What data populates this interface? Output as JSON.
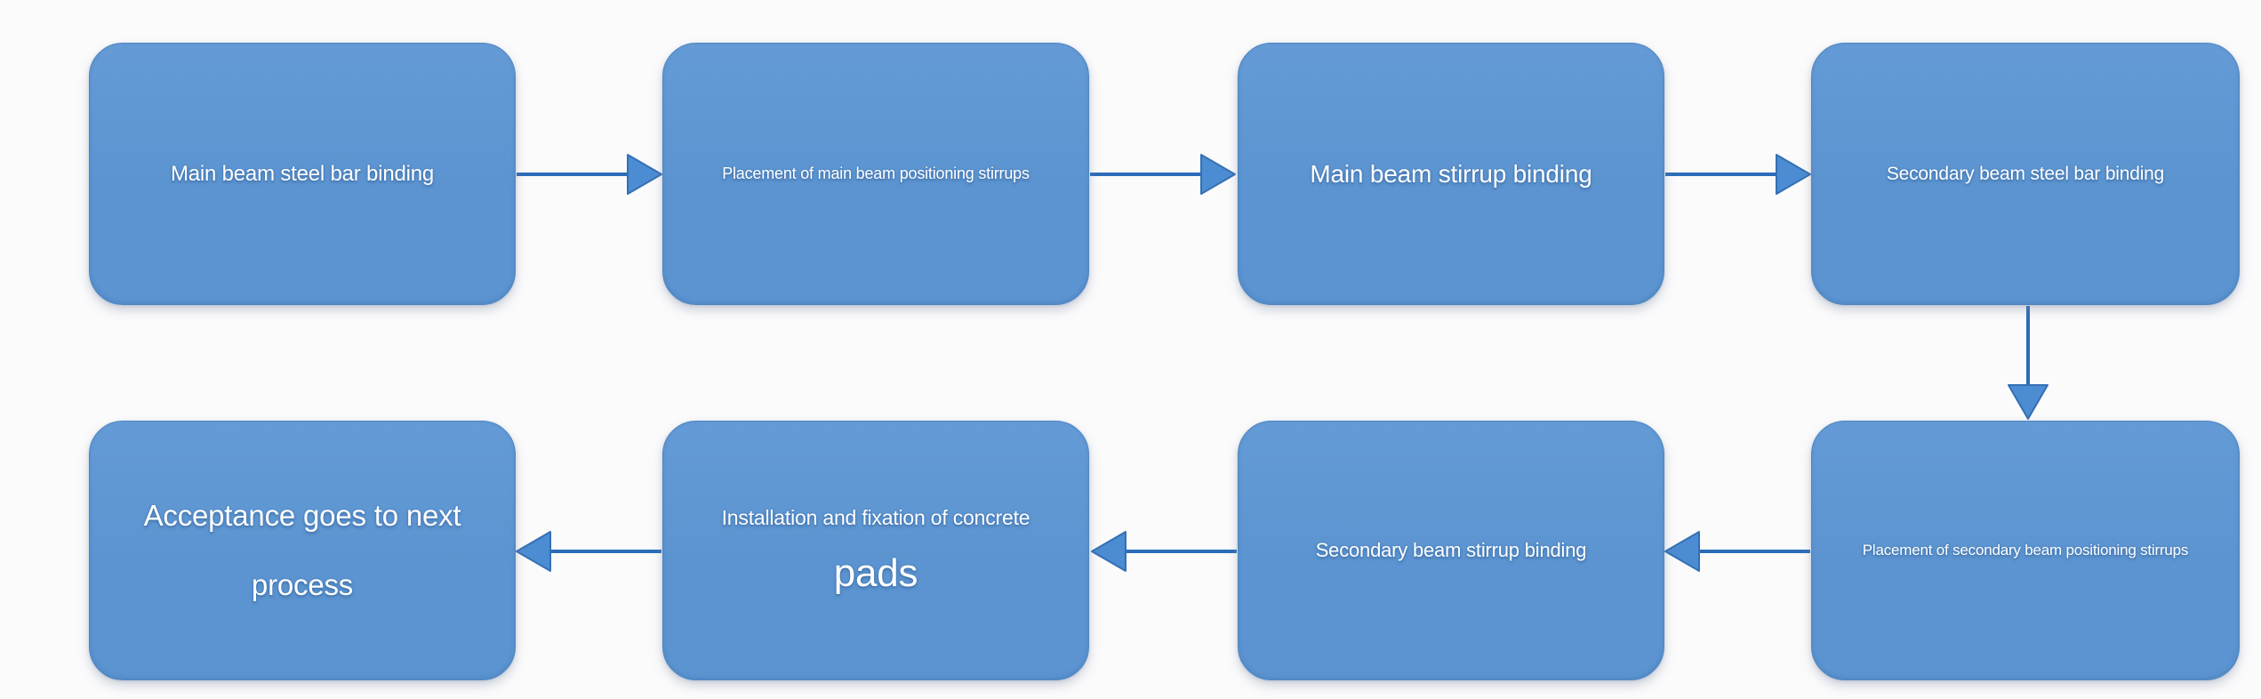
{
  "colors": {
    "canvas-bg": "#fbfbfc",
    "node-fill": "#5b94d0",
    "node-fill-top": "#649bd6",
    "node-border": "#4f86c2",
    "node-text": "#ffffff",
    "arrow-line": "#2b6cb8",
    "arrow-fill": "#4c8cd2",
    "arrow-stroke": "#3470b4"
  },
  "diagram": {
    "type": "flowchart",
    "nodes": [
      {
        "id": "main-beam-steel-bar-binding",
        "lines": [
          "Main beam steel bar binding"
        ]
      },
      {
        "id": "placement-of-main-beam-positioning-stirrups",
        "lines": [
          "Placement of main beam positioning stirrups"
        ]
      },
      {
        "id": "main-beam-stirrup-binding",
        "lines": [
          "Main beam stirrup binding"
        ]
      },
      {
        "id": "secondary-beam-steel-bar-binding",
        "lines": [
          "Secondary beam steel bar binding"
        ]
      },
      {
        "id": "placement-of-secondary-beam-positioning-stirrups",
        "lines": [
          "Placement of secondary beam positioning stirrups"
        ]
      },
      {
        "id": "secondary-beam-stirrup-binding",
        "lines": [
          "Secondary beam stirrup binding"
        ]
      },
      {
        "id": "installation-and-fixation-of-concrete-pads",
        "lines": [
          "Installation and fixation of concrete",
          "pads"
        ]
      },
      {
        "id": "acceptance-goes-to-next-process",
        "lines": [
          "Acceptance goes to next",
          "process"
        ]
      }
    ],
    "edges": [
      {
        "from": "main-beam-steel-bar-binding",
        "to": "placement-of-main-beam-positioning-stirrups",
        "direction": "right"
      },
      {
        "from": "placement-of-main-beam-positioning-stirrups",
        "to": "main-beam-stirrup-binding",
        "direction": "right"
      },
      {
        "from": "main-beam-stirrup-binding",
        "to": "secondary-beam-steel-bar-binding",
        "direction": "right"
      },
      {
        "from": "secondary-beam-steel-bar-binding",
        "to": "placement-of-secondary-beam-positioning-stirrups",
        "direction": "down"
      },
      {
        "from": "placement-of-secondary-beam-positioning-stirrups",
        "to": "secondary-beam-stirrup-binding",
        "direction": "left"
      },
      {
        "from": "secondary-beam-stirrup-binding",
        "to": "installation-and-fixation-of-concrete-pads",
        "direction": "left"
      },
      {
        "from": "installation-and-fixation-of-concrete-pads",
        "to": "acceptance-goes-to-next-process",
        "direction": "left"
      }
    ]
  }
}
